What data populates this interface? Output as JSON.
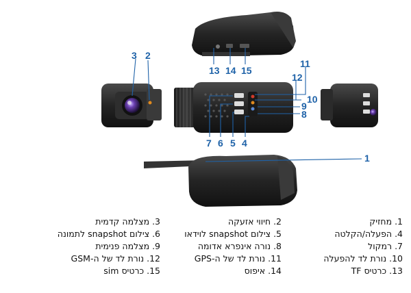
{
  "callouts": [
    "1",
    "2",
    "3",
    "4",
    "5",
    "6",
    "7",
    "8",
    "9",
    "10",
    "11",
    "12",
    "13",
    "14",
    "15"
  ],
  "legend": [
    {
      "num": "1.",
      "text": "מחזיק"
    },
    {
      "num": "2.",
      "text": "חיווי אזעקה"
    },
    {
      "num": "3.",
      "text": "מצלמה קדמית"
    },
    {
      "num": "4.",
      "text": "הפעלה/הקלטה"
    },
    {
      "num": "5.",
      "text": "צילום snapshot לוידאו"
    },
    {
      "num": "6.",
      "text": "צילום snapshot לתמונה"
    },
    {
      "num": "7.",
      "text": "רמקול"
    },
    {
      "num": "8.",
      "text": "נורה אינפרא אדומה"
    },
    {
      "num": "9.",
      "text": "מצלמה פנימית"
    },
    {
      "num": "10.",
      "text": "נורת לד להפעלה"
    },
    {
      "num": "11.",
      "text": "נורת לד של ה-GPS"
    },
    {
      "num": "12.",
      "text": "נורת לד של ה-GSM"
    },
    {
      "num": "13.",
      "text": "כרטיס TF"
    },
    {
      "num": "14.",
      "text": "איפוס"
    },
    {
      "num": "15.",
      "text": "כרטיס sim"
    }
  ],
  "colors": {
    "callout": "#1e62a8",
    "body": "#2a2a2a",
    "lens": "#6a3fb0",
    "led_orange": "#e08a1e"
  }
}
